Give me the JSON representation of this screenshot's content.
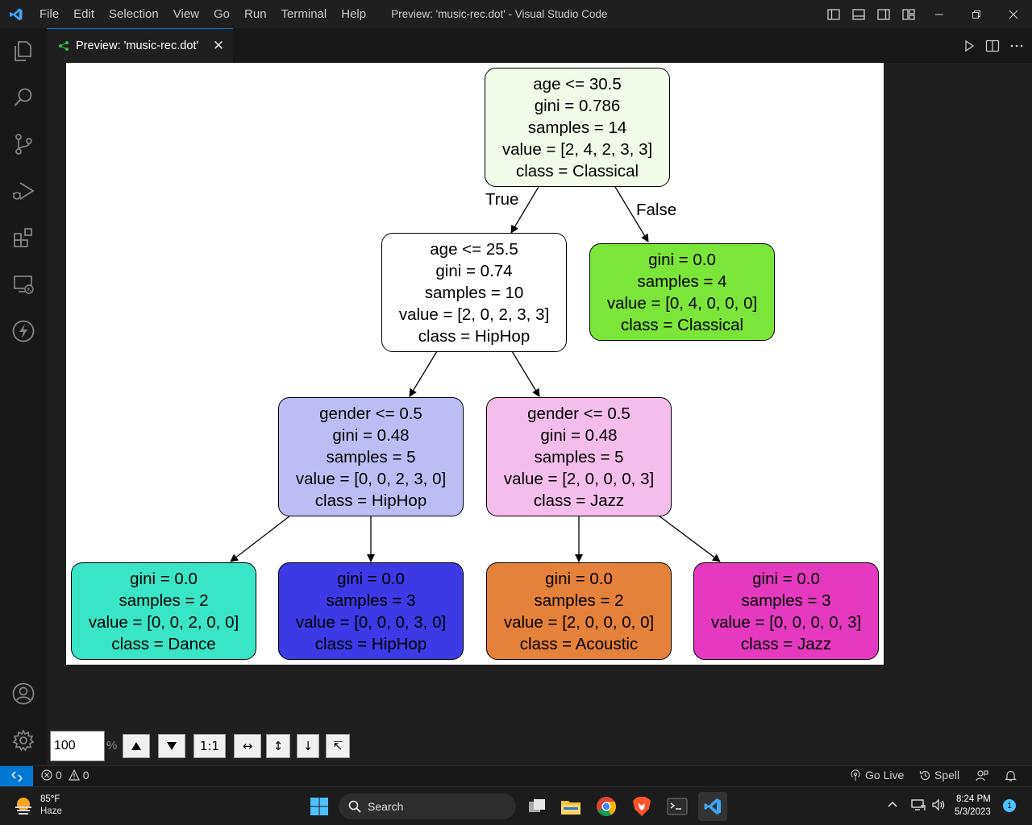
{
  "titlebar": {
    "menu": [
      "File",
      "Edit",
      "Selection",
      "View",
      "Go",
      "Run",
      "Terminal",
      "Help"
    ],
    "title": "Preview: 'music-rec.dot' - Visual Studio Code"
  },
  "tab": {
    "label": "Preview: 'music-rec.dot'"
  },
  "tree": {
    "nodes": [
      {
        "lines": [
          "age <= 30.5",
          "gini = 0.786",
          "samples = 14",
          "value = [2, 4, 2, 3, 3]",
          "class = Classical"
        ],
        "fill": "#f2fbea"
      },
      {
        "lines": [
          "age <= 25.5",
          "gini = 0.74",
          "samples = 10",
          "value = [2, 0, 2, 3, 3]",
          "class = HipHop"
        ],
        "fill": "#ffffff"
      },
      {
        "lines": [
          "gini = 0.0",
          "samples = 4",
          "value = [0, 4, 0, 0, 0]",
          "class = Classical"
        ],
        "fill": "#7be539"
      },
      {
        "lines": [
          "gender <= 0.5",
          "gini = 0.48",
          "samples = 5",
          "value = [0, 0, 2, 3, 0]",
          "class = HipHop"
        ],
        "fill": "#bdbdf6"
      },
      {
        "lines": [
          "gender <= 0.5",
          "gini = 0.48",
          "samples = 5",
          "value = [2, 0, 0, 0, 3]",
          "class = Jazz"
        ],
        "fill": "#f5bde9"
      },
      {
        "lines": [
          "gini = 0.0",
          "samples = 2",
          "value = [0, 0, 2, 0, 0]",
          "class = Dance"
        ],
        "fill": "#39e5c5"
      },
      {
        "lines": [
          "gini = 0.0",
          "samples = 3",
          "value = [0, 0, 0, 3, 0]",
          "class = HipHop"
        ],
        "fill": "#3c39e5"
      },
      {
        "lines": [
          "gini = 0.0",
          "samples = 2",
          "value = [2, 0, 0, 0, 0]",
          "class = Acoustic"
        ],
        "fill": "#e58139"
      },
      {
        "lines": [
          "gini = 0.0",
          "samples = 3",
          "value = [0, 0, 0, 0, 3]",
          "class = Jazz"
        ],
        "fill": "#e539c0"
      }
    ],
    "edge_labels": {
      "true": "True",
      "false": "False"
    }
  },
  "zoom": {
    "value": "100",
    "percent": "%",
    "one_to_one": "1:1"
  },
  "statusbar": {
    "errors": "0",
    "warnings": "0",
    "go_live": "Go Live",
    "spell": "Spell"
  },
  "taskbar": {
    "weather_temp": "85°F",
    "weather_desc": "Haze",
    "search": "Search",
    "time": "8:24 PM",
    "date": "5/3/2023",
    "notifications": "1"
  }
}
